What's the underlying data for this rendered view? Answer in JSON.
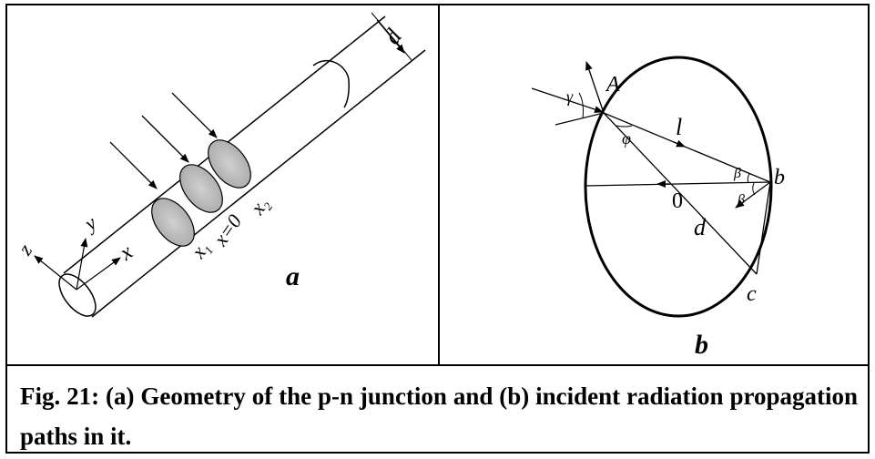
{
  "panel_a": {
    "label": "a",
    "dimension_label": "d",
    "axis_x": "x",
    "axis_y": "y",
    "axis_z": "z",
    "pos_x1": "x",
    "pos_x1_sub": "1",
    "pos_x0": "x=0",
    "pos_x2": "x",
    "pos_x2_sub": "2"
  },
  "panel_b": {
    "label": "b",
    "point_A": "A",
    "point_b": "b",
    "point_c": "c",
    "center": "0",
    "angle_gamma": "γ",
    "angle_phi": "φ",
    "angle_beta_1": "β",
    "angle_beta_2": "β",
    "length_l": "l",
    "diameter_d": "d"
  },
  "caption": {
    "text": "Fig. 21: (a) Geometry of the p-n junction and (b) incident radiation propagation paths in it."
  }
}
